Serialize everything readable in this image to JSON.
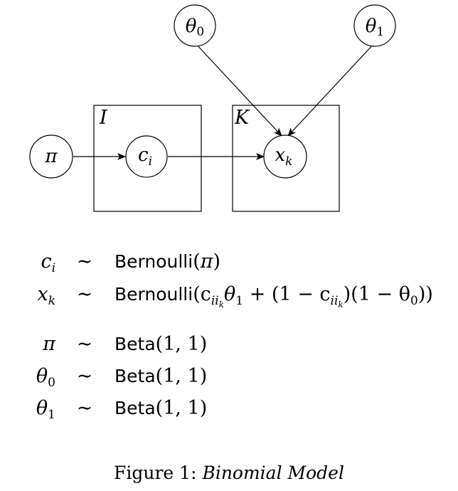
{
  "nodes": {
    "theta0": {
      "base": "θ",
      "sub": "0"
    },
    "theta1": {
      "base": "θ",
      "sub": "1"
    },
    "pi": {
      "base": "π"
    },
    "ci": {
      "base": "c",
      "sub": "i"
    },
    "xk": {
      "base": "x",
      "sub": "k"
    }
  },
  "plates": {
    "I": "I",
    "K": "K"
  },
  "equations": {
    "ci": {
      "lhs_base": "c",
      "lhs_sub": "i",
      "tilde": "∼",
      "fn": "Bernoulli",
      "open": "(",
      "arg": "π",
      "close": ")"
    },
    "xk": {
      "lhs_base": "x",
      "lhs_sub": "k",
      "tilde": "∼",
      "fn": "Bernoulli",
      "p1": "(c",
      "s1a": "ii",
      "s1b": "k",
      "p2": "θ",
      "p2s": "1",
      "p3": " + (1 − c",
      "s2a": "ii",
      "s2b": "k",
      "p4": ")(1 − θ",
      "p4s": "0",
      "p5": "))"
    },
    "pi": {
      "lhs": "π",
      "tilde": "∼",
      "fn": "Beta",
      "args": "(1, 1)"
    },
    "theta0": {
      "lhs_base": "θ",
      "lhs_sub": "0",
      "tilde": "∼",
      "fn": "Beta",
      "args": "(1, 1)"
    },
    "theta1": {
      "lhs_base": "θ",
      "lhs_sub": "1",
      "tilde": "∼",
      "fn": "Beta",
      "args": "(1, 1)"
    }
  },
  "caption": {
    "prefix": "Figure 1:",
    "title": "Binomial Model"
  }
}
